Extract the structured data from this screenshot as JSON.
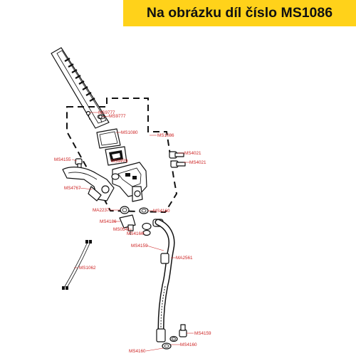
{
  "banner": {
    "text": "Na obrázku díl číslo MS1086",
    "background": "#ffd21a"
  },
  "colors": {
    "label": "#cc1f1f",
    "outline": "#111111"
  },
  "labels": {
    "ms9777_a": "MS9777",
    "ms9777_b": "MS9777",
    "ms1080": "MS1080",
    "ms1086": "MS1086",
    "ms4155": "MS4155",
    "ms9779": "MS9779",
    "ms4021_a": "MS4021",
    "ms4021_b": "MS4021",
    "ms4767": "MS4767",
    "ma2237": "MA2237",
    "ms4160_a": "MS4160",
    "ms4186": "MS4186",
    "ms0541": "MS0541",
    "ms4160_b": "MS4160",
    "ms4159_a": "MS4159",
    "ma2561": "MA2561",
    "ms1062": "MS1062",
    "ms4159_b": "MS4159",
    "ms4160_c": "MS4160",
    "ms4160_d": "MS4160"
  }
}
